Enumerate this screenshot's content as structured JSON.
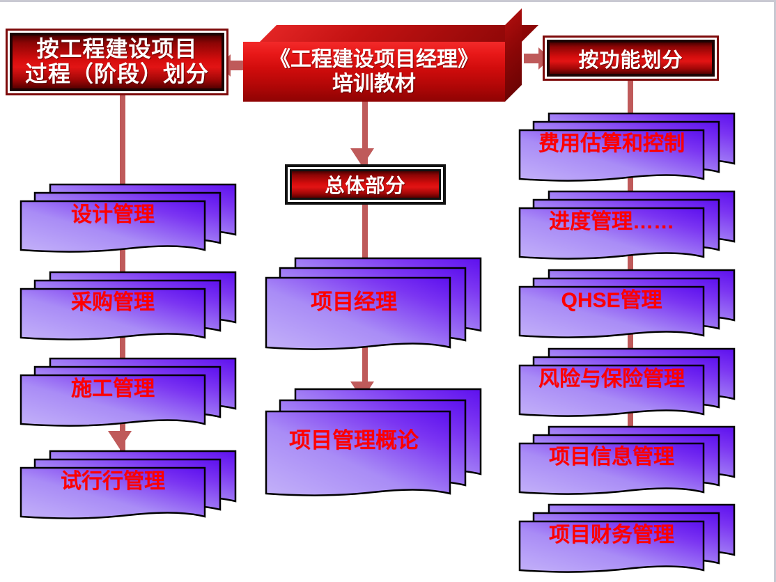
{
  "slide": {
    "title3d": {
      "line1": "《工程建设项目经理》",
      "line2": "培训教材"
    },
    "left_header": {
      "line1": "按工程建设项目",
      "line2": "过程（阶段）划分"
    },
    "right_header": {
      "label": "按功能划分"
    },
    "center_overall": {
      "label": "总体部分"
    }
  },
  "columns": {
    "left": {
      "items": [
        {
          "label": "设计管理"
        },
        {
          "label": "采购管理"
        },
        {
          "label": "施工管理"
        },
        {
          "label": "试行行管理"
        }
      ]
    },
    "center": {
      "items": [
        {
          "label": "项目经理"
        },
        {
          "label": "项目管理概论"
        }
      ]
    },
    "right": {
      "items": [
        {
          "label": "费用估算和控制"
        },
        {
          "label": "进度管理……"
        },
        {
          "label": "QHSE管理"
        },
        {
          "label": "风险与保险管理"
        },
        {
          "label": "项目信息管理"
        },
        {
          "label": "项目财务管理"
        }
      ]
    }
  },
  "colors": {
    "connector": "#bf5a5a",
    "header_red": "#d50d0d",
    "node_text": "#ff0000",
    "node_fill_light": "#b9a0f7",
    "node_fill_dark": "#6a1ff0",
    "header_text": "#ffffff",
    "slide_border": "#c9c9d2"
  }
}
